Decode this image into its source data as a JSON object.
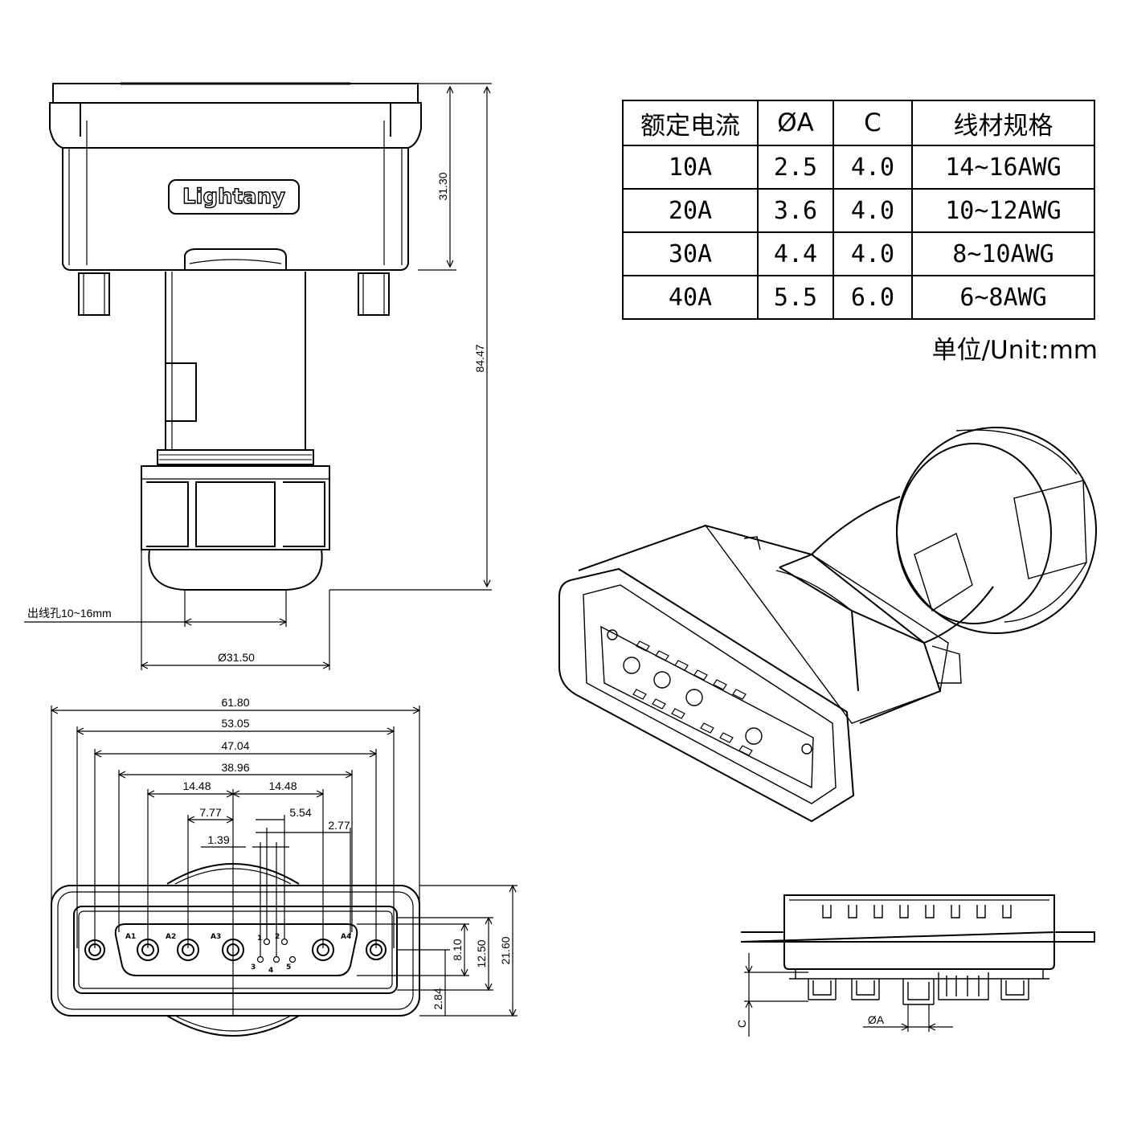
{
  "spec_table": {
    "headers": [
      "额定电流",
      "ØA",
      "C",
      "线材规格"
    ],
    "rows": [
      [
        "10A",
        "2.5",
        "4.0",
        "14~16AWG"
      ],
      [
        "20A",
        "3.6",
        "4.0",
        "10~12AWG"
      ],
      [
        "30A",
        "4.4",
        "4.0",
        "8~10AWG"
      ],
      [
        "40A",
        "5.5",
        "6.0",
        "6~8AWG"
      ]
    ]
  },
  "unit_note": "单位/Unit:mm",
  "brand_logo": "Lightany",
  "side_view": {
    "height_total": "84.47",
    "height_shell": "31.30",
    "cable_hole": "出线孔10~16mm",
    "nut_diameter": "Ø31.50"
  },
  "front_view": {
    "width_total": "61.80",
    "width_flange": "53.05",
    "mount_holes": "47.04",
    "shell_width": "38.96",
    "pitch_left": "14.48",
    "pitch_right": "14.48",
    "offset_left": "7.77",
    "offset_right": "5.54",
    "signal_pitch": "2.77",
    "signal_row": "1.39",
    "height_outer": "21.60",
    "height_shell": "12.50",
    "height_inner": "8.10",
    "bottom_offset": "2.84",
    "contact_labels": [
      "A1",
      "A2",
      "A3",
      "A4"
    ],
    "signal_labels": [
      "1",
      "2",
      "3",
      "4",
      "5"
    ]
  },
  "pin_view": {
    "dim_c": "C",
    "dim_a": "ØA"
  },
  "colors": {
    "line": "#000000",
    "background": "#ffffff"
  }
}
